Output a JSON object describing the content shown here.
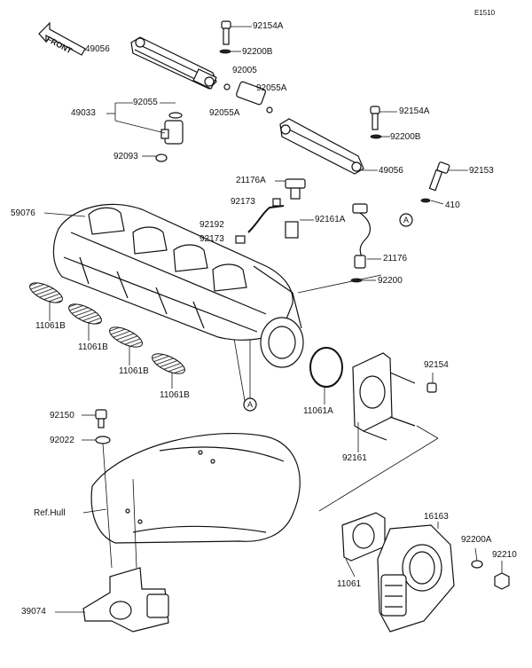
{
  "diagram": {
    "code": "E1510",
    "front_label": "FRONT",
    "callout_a": "A",
    "labels": [
      {
        "id": "92154A_top",
        "text": "92154A"
      },
      {
        "id": "49056_top",
        "text": "49056"
      },
      {
        "id": "92200B_top",
        "text": "92200B"
      },
      {
        "id": "92005",
        "text": "92005"
      },
      {
        "id": "92055A_r",
        "text": "92055A"
      },
      {
        "id": "92055A_l",
        "text": "92055A"
      },
      {
        "id": "92055",
        "text": "92055"
      },
      {
        "id": "49033",
        "text": "49033"
      },
      {
        "id": "92154A_mid",
        "text": "92154A"
      },
      {
        "id": "92200B_mid",
        "text": "92200B"
      },
      {
        "id": "92093",
        "text": "92093"
      },
      {
        "id": "49056_mid",
        "text": "49056"
      },
      {
        "id": "21176A",
        "text": "21176A"
      },
      {
        "id": "92153",
        "text": "92153"
      },
      {
        "id": "92173_a",
        "text": "92173"
      },
      {
        "id": "410",
        "text": "410"
      },
      {
        "id": "59076",
        "text": "59076"
      },
      {
        "id": "92161A",
        "text": "92161A"
      },
      {
        "id": "92192",
        "text": "92192"
      },
      {
        "id": "92173_b",
        "text": "92173"
      },
      {
        "id": "21176",
        "text": "21176"
      },
      {
        "id": "92200",
        "text": "92200"
      },
      {
        "id": "11061B_1",
        "text": "11061B"
      },
      {
        "id": "11061B_2",
        "text": "11061B"
      },
      {
        "id": "11061B_3",
        "text": "11061B"
      },
      {
        "id": "11061B_4",
        "text": "11061B"
      },
      {
        "id": "92154",
        "text": "92154"
      },
      {
        "id": "11061A",
        "text": "11061A"
      },
      {
        "id": "92150",
        "text": "92150"
      },
      {
        "id": "92022",
        "text": "92022"
      },
      {
        "id": "92161",
        "text": "92161"
      },
      {
        "id": "ref_hull",
        "text": "Ref.Hull"
      },
      {
        "id": "16163",
        "text": "16163"
      },
      {
        "id": "92200A",
        "text": "92200A"
      },
      {
        "id": "92210",
        "text": "92210"
      },
      {
        "id": "11061",
        "text": "11061"
      },
      {
        "id": "39074",
        "text": "39074"
      }
    ]
  }
}
